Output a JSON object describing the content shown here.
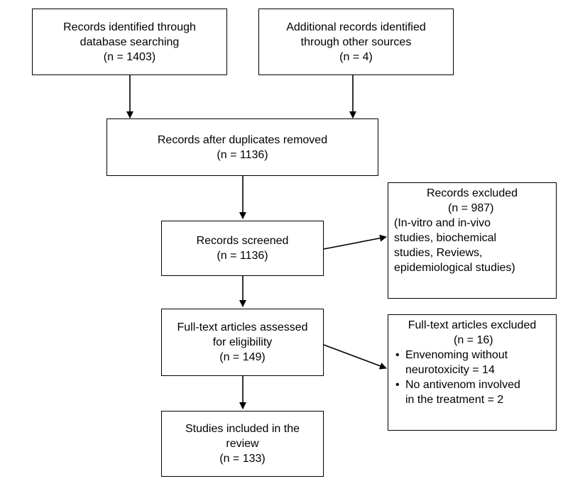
{
  "boxes": {
    "identified_db": {
      "lines": [
        "Records identified through",
        "database searching",
        "(n = 1403)"
      ]
    },
    "identified_other": {
      "lines": [
        "Additional records identified",
        "through other sources",
        "(n = 4)"
      ]
    },
    "after_duplicates": {
      "lines": [
        "Records after duplicates removed",
        "(n = 1136)"
      ]
    },
    "screened": {
      "lines": [
        "Records screened",
        "(n = 1136)"
      ]
    },
    "excluded": {
      "title": "Records excluded",
      "count": "(n = 987)",
      "lines": [
        "(In-vitro and in-vivo",
        "studies, biochemical",
        "studies, Reviews,",
        "epidemiological studies)"
      ]
    },
    "fulltext": {
      "lines": [
        "Full-text articles assessed",
        "for eligibility",
        "(n = 149)"
      ]
    },
    "fulltext_excluded": {
      "title": "Full-text articles excluded",
      "count": "(n = 16)",
      "bullet": "•",
      "items": [
        [
          "Envenoming without",
          "neurotoxicity = 14"
        ],
        [
          "No antivenom involved",
          "in the treatment = 2"
        ]
      ]
    },
    "included": {
      "lines": [
        "Studies included in the",
        "review",
        "(n = 133)"
      ]
    }
  }
}
